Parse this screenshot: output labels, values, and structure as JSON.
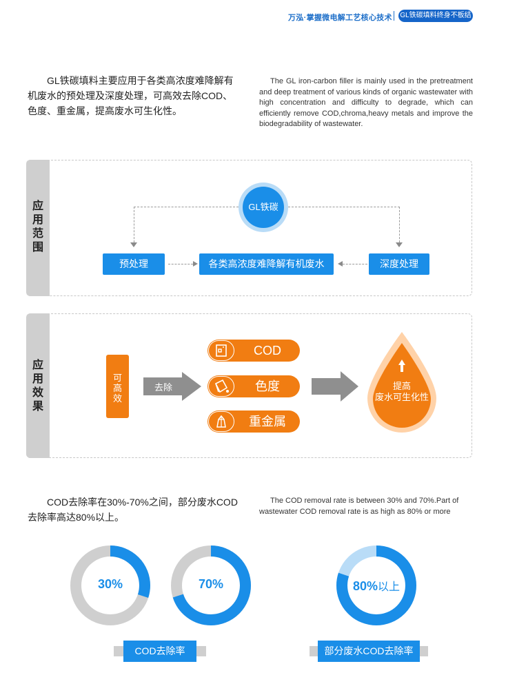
{
  "header": {
    "slogan": "万泓·掌握微电解工艺核心技术",
    "badge": "GL铁碳填料终身不板结"
  },
  "intro": {
    "cn": "GL铁碳填料主要应用于各类高浓度难降解有机废水的预处理及深度处理，可高效去除COD、色度、重金属，提高废水可生化性。",
    "en": "The GL iron-carbon filler is mainly used in the pretreatment and deep treatment of various kinds of organic wastewater with high concentration and difficulty to degrade, which can efficiently remove COD,chroma,heavy metals and improve the biodegradability of wastewater."
  },
  "application_scope": {
    "tab": [
      "应",
      "用",
      "范",
      "围"
    ],
    "center_node": "GL铁碳",
    "left_box": "预处理",
    "middle_box": "各类高浓度难降解有机废水",
    "right_box": "深度处理"
  },
  "application_effect": {
    "tab": [
      "应",
      "用",
      "效",
      "果"
    ],
    "efficient_label": [
      "可",
      "高",
      "效"
    ],
    "arrow_label": "去除",
    "items": [
      {
        "label": "COD",
        "icon": "cod-icon"
      },
      {
        "label": "色度",
        "icon": "paint-bucket-icon"
      },
      {
        "label": "重金属",
        "icon": "crystal-icon"
      }
    ],
    "result": [
      "提高",
      "废水可生化性"
    ],
    "colors": {
      "orange": "#f17d12",
      "blue": "#1a8ee8"
    }
  },
  "removal": {
    "cn": "COD去除率在30%-70%之间，部分废水COD去除率高达80%以上。",
    "en": "The COD removal rate is between 30% and 70%.Part of wastewater COD removal rate is as high as 80% or more"
  },
  "rings": [
    {
      "label": "30%",
      "suffix": "",
      "value": 30
    },
    {
      "label": "70%",
      "suffix": "",
      "value": 70
    },
    {
      "label": "80%",
      "suffix": "以上",
      "value": 80
    }
  ],
  "banners": {
    "left": "COD去除率",
    "right": "部分废水COD去除率"
  }
}
